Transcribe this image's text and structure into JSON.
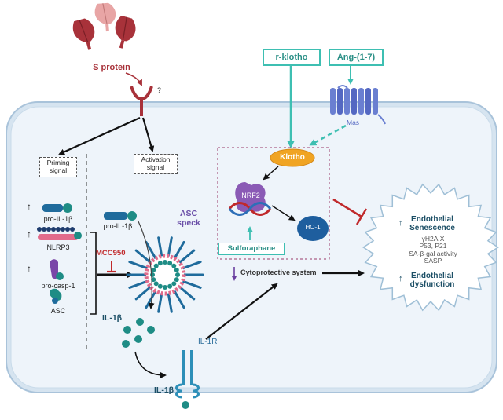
{
  "labels": {
    "s_protein": "S protein",
    "question": "?",
    "priming_signal": "Priming\nsignal",
    "activation_signal": "Activation\nsignal",
    "arrow_up": "↑",
    "pro_il1b_left": "pro-IL-1β",
    "nlrp3": "NLRP3",
    "pro_casp1": "pro-casp-1",
    "asc": "ASC",
    "pro_il1b_center": "pro-IL-1β",
    "asc_speck": "ASC\nspeck",
    "mcc950": "MCC950",
    "il1b_inside": "IL-1β",
    "il1b_outside": "IL-1β",
    "il1r": "IL-1R",
    "r_klotho": "r-klotho",
    "ang17": "Ang-(1-7)",
    "mas": "Mas",
    "klotho": "Klotho",
    "nrf2": "NRF2",
    "ho1": "HO-1",
    "sulforaphane": "Sulforaphane",
    "cytoprotective": "Cytoprotective system",
    "endothelial_senescence": "Endothelial\nSenescence",
    "markers": [
      "γH2A.X",
      "P53, P21",
      "SA-β-gal activity",
      "SASP"
    ],
    "endothelial_dysfunction": "Endothelial\ndysfunction"
  },
  "colors": {
    "cell_fill": "#eef4fa",
    "cell_border": "#b9cfe2",
    "spike": "#a8323a",
    "teal": "#3ebfb2",
    "klotho": "#f0a423",
    "nrf2": "#8a5ab5",
    "ho1": "#1e5e9e",
    "inhibit": "#c0292b",
    "dark_teal_text": "#1c4f66"
  }
}
